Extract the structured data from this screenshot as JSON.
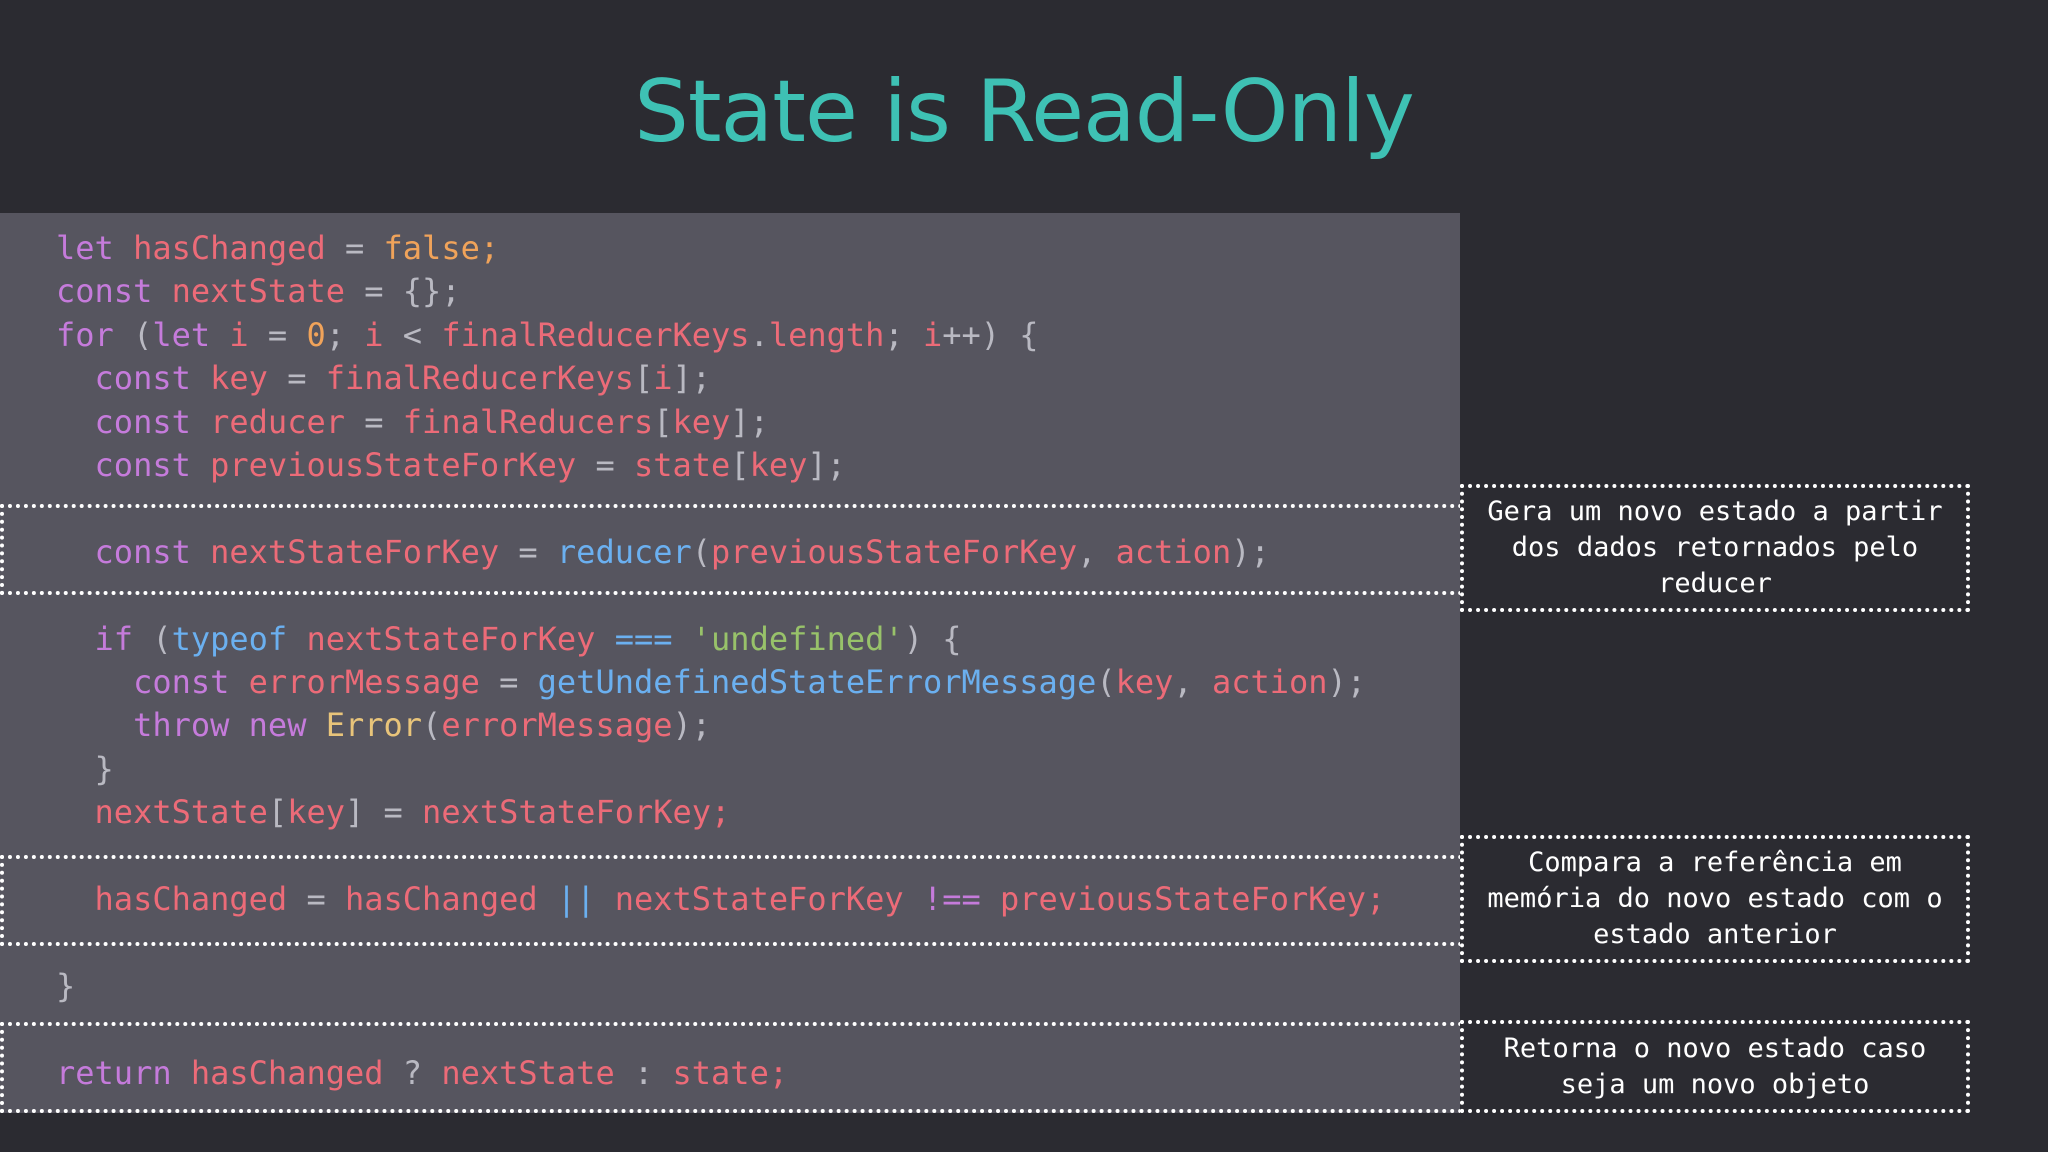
{
  "slide": {
    "title": "State is Read-Only"
  },
  "code": [
    [
      [
        "kw",
        "let "
      ],
      [
        "var",
        "hasChanged"
      ],
      [
        "pn",
        " = "
      ],
      [
        "num",
        "false"
      ],
      [
        "num",
        ";"
      ]
    ],
    [
      [
        "kw",
        "const "
      ],
      [
        "var",
        "nextState"
      ],
      [
        "pn",
        " = {};"
      ]
    ],
    [
      [
        "kw",
        "for "
      ],
      [
        "pn",
        "("
      ],
      [
        "kw",
        "let "
      ],
      [
        "var",
        "i"
      ],
      [
        "pn",
        " = "
      ],
      [
        "num",
        "0"
      ],
      [
        "pn",
        "; "
      ],
      [
        "var",
        "i"
      ],
      [
        "pn",
        " < "
      ],
      [
        "var",
        "finalReducerKeys"
      ],
      [
        "pn",
        "."
      ],
      [
        "var",
        "length"
      ],
      [
        "pn",
        "; "
      ],
      [
        "var",
        "i"
      ],
      [
        "pn",
        "++) {"
      ]
    ],
    [
      [
        "pn",
        "  "
      ],
      [
        "kw",
        "const "
      ],
      [
        "var",
        "key"
      ],
      [
        "pn",
        " = "
      ],
      [
        "var",
        "finalReducerKeys"
      ],
      [
        "pn",
        "["
      ],
      [
        "var",
        "i"
      ],
      [
        "pn",
        "];"
      ]
    ],
    [
      [
        "pn",
        "  "
      ],
      [
        "kw",
        "const "
      ],
      [
        "var",
        "reducer"
      ],
      [
        "pn",
        " = "
      ],
      [
        "var",
        "finalReducers"
      ],
      [
        "pn",
        "["
      ],
      [
        "var",
        "key"
      ],
      [
        "pn",
        "];"
      ]
    ],
    [
      [
        "pn",
        "  "
      ],
      [
        "kw",
        "const "
      ],
      [
        "var",
        "previousStateForKey"
      ],
      [
        "pn",
        " = "
      ],
      [
        "var",
        "state"
      ],
      [
        "pn",
        "["
      ],
      [
        "var",
        "key"
      ],
      [
        "pn",
        "];"
      ]
    ],
    [],
    [
      [
        "pn",
        "  "
      ],
      [
        "kw",
        "const "
      ],
      [
        "var",
        "nextStateForKey"
      ],
      [
        "pn",
        " = "
      ],
      [
        "fn",
        "reducer"
      ],
      [
        "pn",
        "("
      ],
      [
        "var",
        "previousStateForKey"
      ],
      [
        "pn",
        ", "
      ],
      [
        "var",
        "action"
      ],
      [
        "pn",
        ");"
      ]
    ],
    [],
    [
      [
        "pn",
        "  "
      ],
      [
        "kw",
        "if "
      ],
      [
        "pn",
        "("
      ],
      [
        "fn",
        "typeof "
      ],
      [
        "var",
        "nextStateForKey"
      ],
      [
        "fn",
        " === "
      ],
      [
        "str",
        "'undefined'"
      ],
      [
        "pn",
        ") {"
      ]
    ],
    [
      [
        "pn",
        "    "
      ],
      [
        "kw",
        "const "
      ],
      [
        "var",
        "errorMessage"
      ],
      [
        "pn",
        " = "
      ],
      [
        "fn",
        "getUndefinedStateErrorMessage"
      ],
      [
        "pn",
        "("
      ],
      [
        "var",
        "key"
      ],
      [
        "pn",
        ", "
      ],
      [
        "var",
        "action"
      ],
      [
        "pn",
        ");"
      ]
    ],
    [
      [
        "pn",
        "    "
      ],
      [
        "kw",
        "throw "
      ],
      [
        "kw",
        "new "
      ],
      [
        "cls",
        "Error"
      ],
      [
        "pn",
        "("
      ],
      [
        "var",
        "errorMessage"
      ],
      [
        "pn",
        ");"
      ]
    ],
    [
      [
        "pn",
        "  }"
      ]
    ],
    [
      [
        "pn",
        "  "
      ],
      [
        "var",
        "nextState"
      ],
      [
        "pn",
        "["
      ],
      [
        "var",
        "key"
      ],
      [
        "pn",
        "] = "
      ],
      [
        "var",
        "nextStateForKey"
      ],
      [
        "var",
        ";"
      ]
    ],
    [],
    [
      [
        "pn",
        "  "
      ],
      [
        "var",
        "hasChanged"
      ],
      [
        "pn",
        " = "
      ],
      [
        "var",
        "hasChanged"
      ],
      [
        "fn",
        " || "
      ],
      [
        "var",
        "nextStateForKey"
      ],
      [
        "kw",
        " !== "
      ],
      [
        "var",
        "previousStateForKey"
      ],
      [
        "var",
        ";"
      ]
    ],
    [],
    [
      [
        "pn",
        "}"
      ]
    ],
    [],
    [
      [
        "kw",
        "return "
      ],
      [
        "var",
        "hasChanged"
      ],
      [
        "pn",
        " ? "
      ],
      [
        "var",
        "nextState"
      ],
      [
        "pn",
        " : "
      ],
      [
        "var",
        "state"
      ],
      [
        "var",
        ";"
      ]
    ]
  ],
  "notes": [
    "Gera um novo estado a partir dos dados retornados pelo reducer",
    "Compara a referência em memória do novo estado com o estado anterior",
    "Retorna o novo estado caso seja um novo objeto"
  ]
}
